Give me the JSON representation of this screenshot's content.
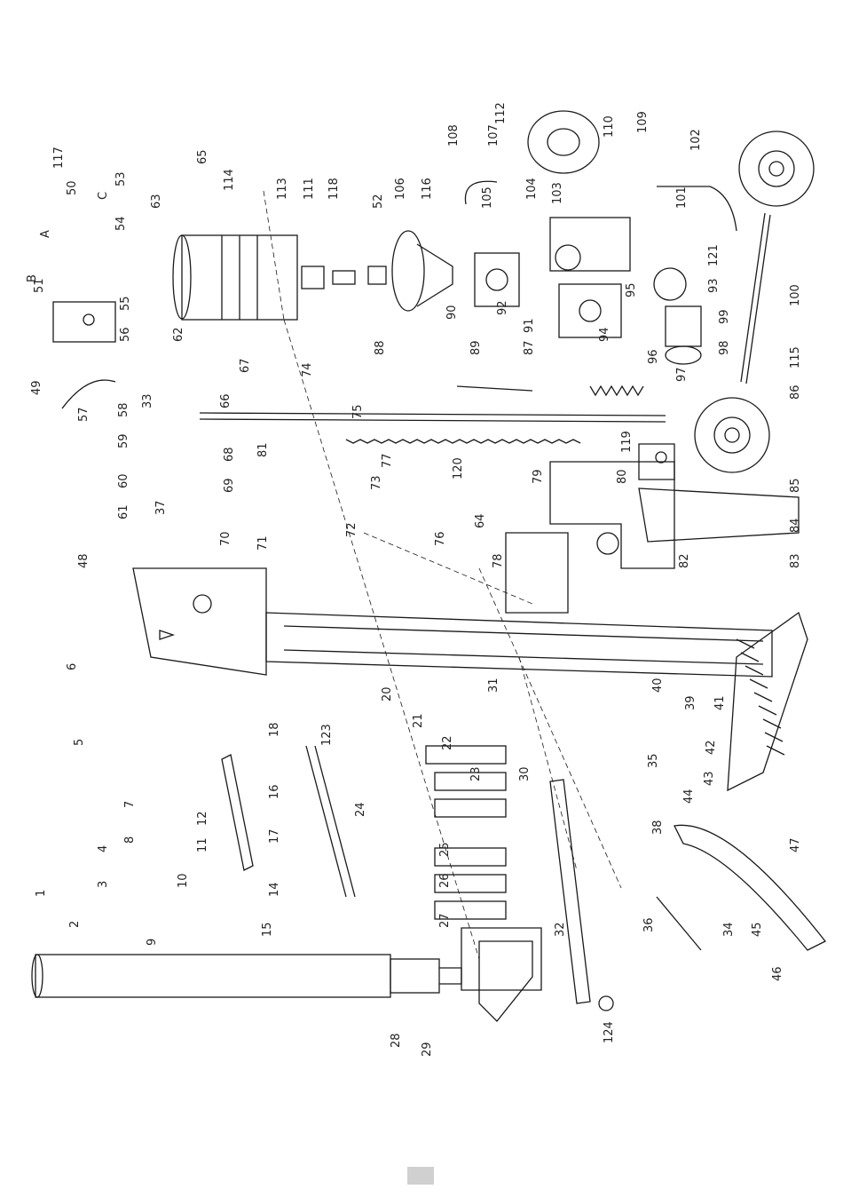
{
  "diagram": {
    "kind": "exploded parts view",
    "orientation": "rotated 90 degrees",
    "line_color": "#1a1a1a",
    "callouts": [
      "1",
      "2",
      "3",
      "4",
      "5",
      "6",
      "7",
      "8",
      "9",
      "10",
      "11",
      "12",
      "14",
      "15",
      "16",
      "17",
      "18",
      "20",
      "21",
      "22",
      "23",
      "24",
      "25",
      "26",
      "27",
      "28",
      "29",
      "30",
      "31",
      "32",
      "33",
      "34",
      "35",
      "36",
      "37",
      "38",
      "39",
      "40",
      "41",
      "42",
      "43",
      "44",
      "45",
      "46",
      "47",
      "48",
      "49",
      "50",
      "51",
      "52",
      "53",
      "54",
      "55",
      "56",
      "57",
      "58",
      "59",
      "60",
      "61",
      "62",
      "63",
      "64",
      "65",
      "66",
      "67",
      "68",
      "69",
      "70",
      "71",
      "72",
      "73",
      "74",
      "75",
      "76",
      "77",
      "78",
      "79",
      "80",
      "81",
      "82",
      "83",
      "84",
      "85",
      "86",
      "87",
      "88",
      "89",
      "90",
      "91",
      "92",
      "93",
      "94",
      "95",
      "96",
      "97",
      "98",
      "99",
      "100",
      "101",
      "102",
      "103",
      "104",
      "105",
      "106",
      "107",
      "108",
      "109",
      "110",
      "111",
      "112",
      "113",
      "114",
      "115",
      "116",
      "117",
      "118",
      "119",
      "120",
      "121",
      "123",
      "124"
    ],
    "port_letters": [
      "A",
      "B",
      "C"
    ]
  },
  "page_number_box": {
    "color": "#d0d0d0"
  }
}
